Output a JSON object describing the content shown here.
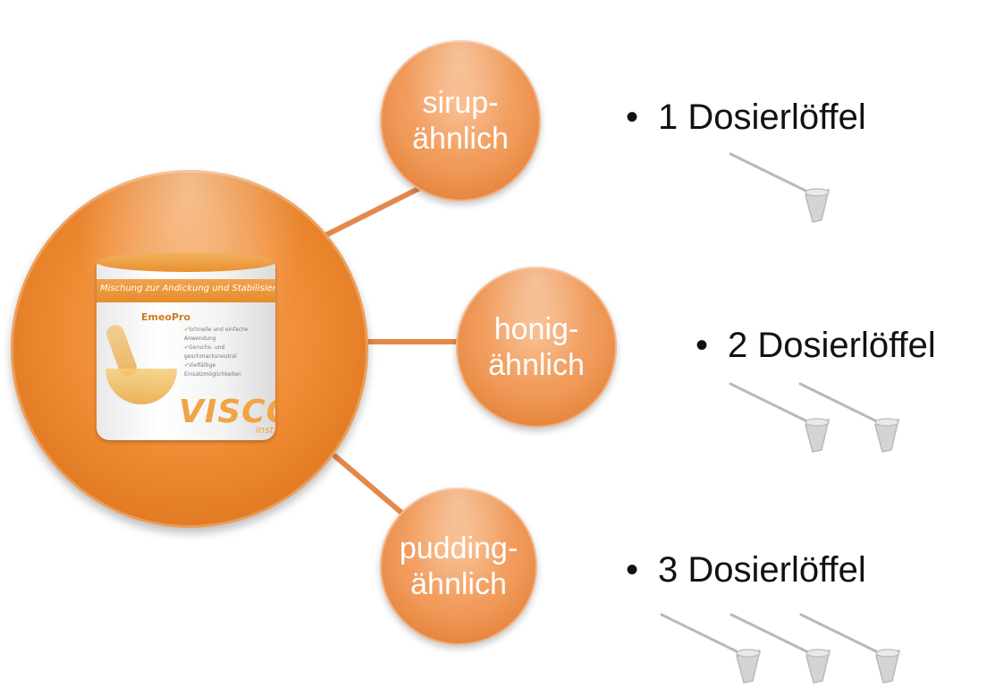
{
  "product": {
    "band_text": "Mischung zur Andickung und Stabilisierung",
    "brand": "EmeoPro",
    "bullets": [
      "Schnelle und einfache Anwendung",
      "Geruchs- und geschmacksneutral",
      "Vielfältige Einsatzmöglichkeiten"
    ],
    "logo": "VISCO",
    "logo_sub": "instant"
  },
  "levels": [
    {
      "line1": "sirup-",
      "line2": "ähnlich",
      "bullet_text": "1 Dosierlöffel",
      "spoon_count": 1
    },
    {
      "line1": "honig-",
      "line2": "ähnlich",
      "bullet_text": "2 Dosierlöffel",
      "spoon_count": 2
    },
    {
      "line1": "pudding-",
      "line2": "ähnlich",
      "bullet_text": "3 Dosierlöffel",
      "spoon_count": 3
    }
  ],
  "colors": {
    "hub": "#f08c35",
    "level_fill": "#f09a5a",
    "connector": "#e3894a",
    "spoon": "#b9b9b9",
    "bullet_text": "#111111"
  },
  "bullet_symbol": "•"
}
